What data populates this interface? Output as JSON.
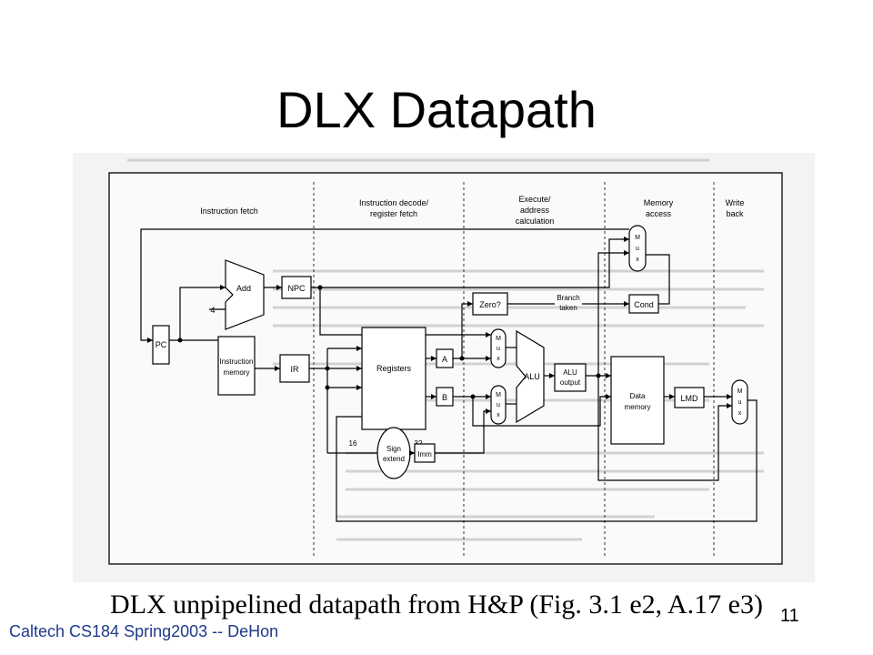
{
  "slide": {
    "title": "DLX Datapath",
    "caption": "DLX unpipelined datapath from H&P (Fig. 3.1 e2, A.17 e3)",
    "footer": "Caltech CS184 Spring2003 -- DeHon",
    "page_number": "11"
  },
  "diagram": {
    "stages": [
      "Instruction fetch",
      "Instruction decode/",
      "register fetch",
      "Execute/",
      "address",
      "calculation",
      "Memory",
      "access",
      "Write",
      "back"
    ],
    "blocks": {
      "pc": "PC",
      "add": "Add",
      "four": "4",
      "npc": "NPC",
      "imem1": "Instruction",
      "imem2": "memory",
      "ir": "IR",
      "regs": "Registers",
      "a": "A",
      "b": "B",
      "sign1": "Sign",
      "sign2": "extend",
      "w16": "16",
      "w32": "32",
      "imm": "Imm",
      "zero": "Zero?",
      "branch1": "Branch",
      "branch2": "taken",
      "cond": "Cond",
      "alu": "ALU",
      "aluout1": "ALU",
      "aluout2": "output",
      "dmem1": "Data",
      "dmem2": "memory",
      "lmd": "LMD",
      "m": "M",
      "u": "u",
      "x": "x"
    }
  }
}
